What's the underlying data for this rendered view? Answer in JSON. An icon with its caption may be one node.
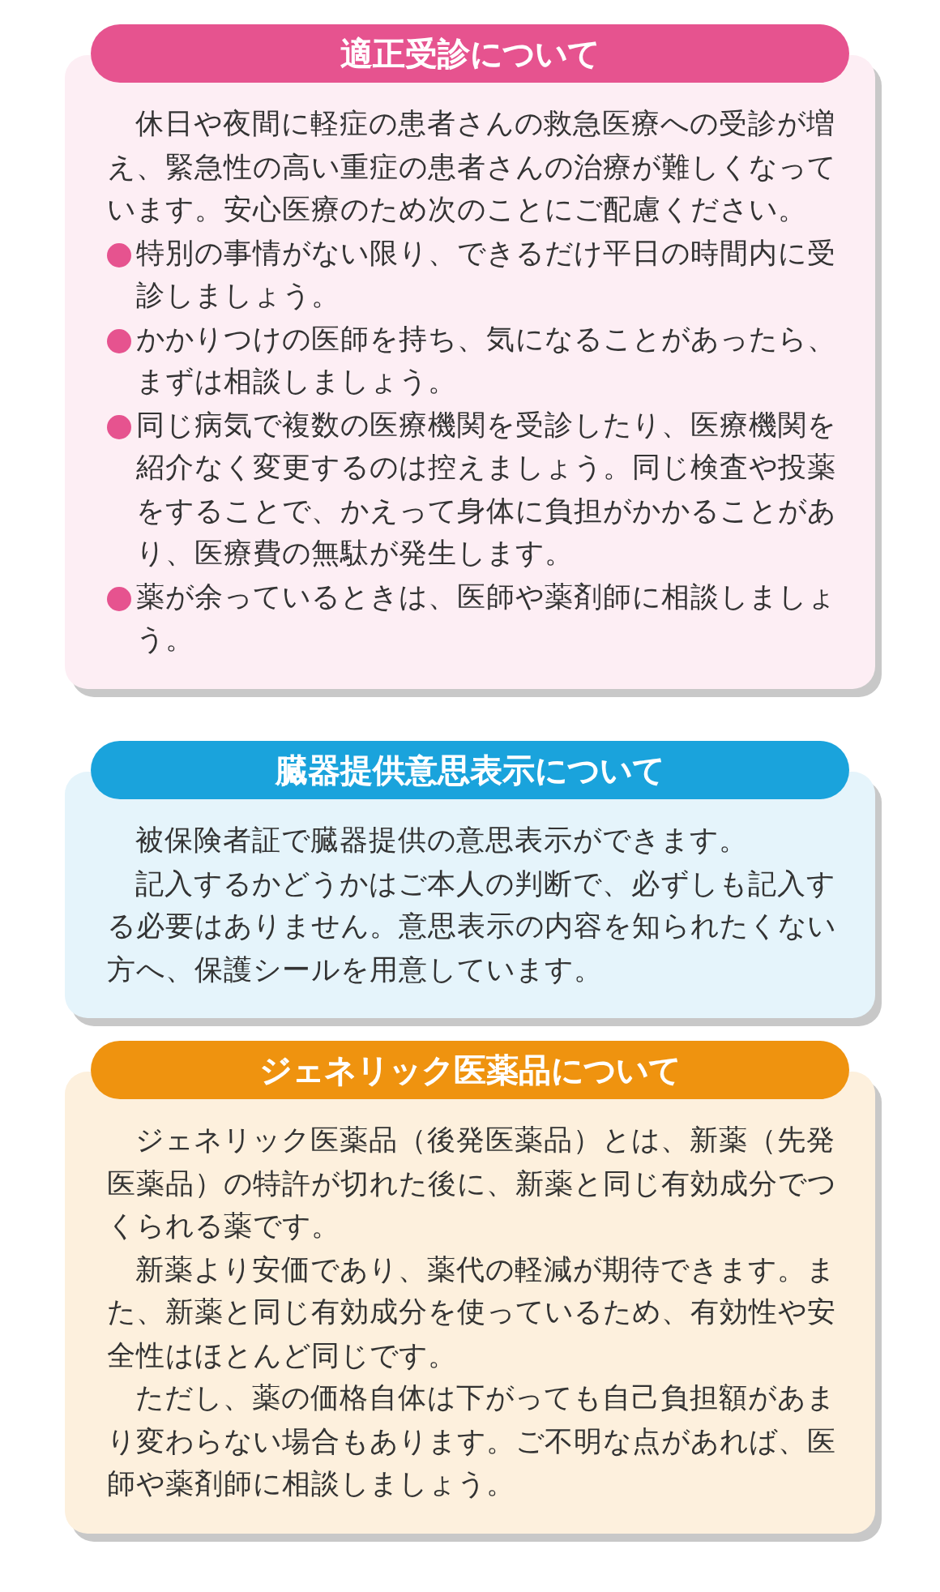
{
  "diagram": {
    "nodes": [
      {
        "text": [
          "適正受診について",
          "休日や夜間に軽症の患者さんの救急医療への受診が増え、緊急性の高い重症の患者さんの治療が難しくなっています。安心医療のため次のことにご配慮ください。",
          "特別の事情がない限り、できるだけ平日の時間内に受診しましょう。",
          "かかりつけの医師を持ち、気になることがあったら、まずは相談しましょう。",
          "同じ病気で複数の医療機関を受診したり、医療機関を紹介なく変更するのは控えましょう。同じ検査や投薬をすることで、かえって身体に負担がかかることがあり、医療費の無駄が発生します。",
          "薬が余っているときは、医師や薬剤師に相談しましょう。"
        ]
      },
      {
        "text": [
          "臓器提供意思表示について",
          "被保険者証で臓器提供の意思表示ができます。",
          "記入するかどうかはご本人の判断で、必ずしも記入する必要はありません。意思表示の内容を知られたくない方へ、保護シールを用意しています。"
        ]
      },
      {
        "text": [
          "ジェネリック医薬品について",
          "ジェネリック医薬品（後発医薬品）とは、新薬（先発医薬品）の特許が切れた後に、新薬と同じ有効成分でつくられる薬です。",
          "新薬より安価であり、薬代の軽減が期待できます。また、新薬と同じ有効成分を使っているため、有効性や安全性はほとんど同じです。",
          "ただし、薬の価格自体は下がっても自己負担額があまり変わらない場合もあります。ご不明な点があれば、医師や薬剤師に相談しましょう。"
        ]
      }
    ]
  }
}
